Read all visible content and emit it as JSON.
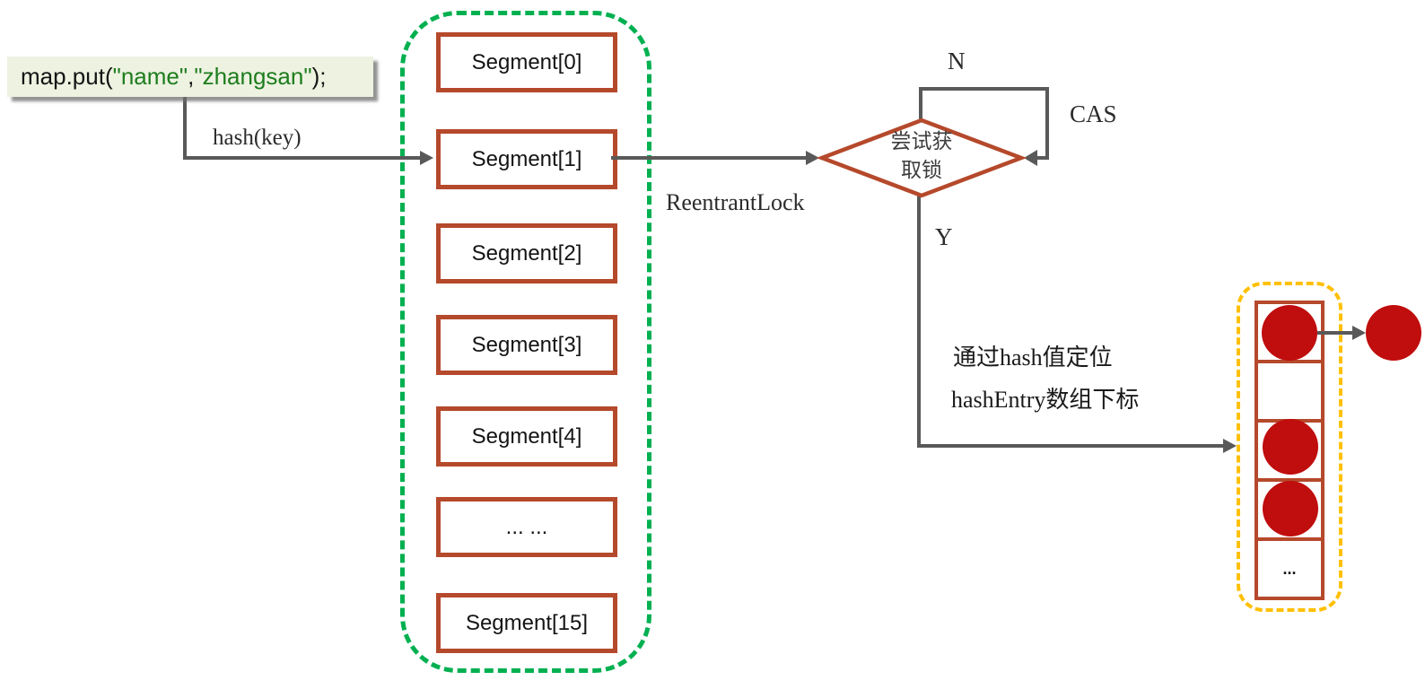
{
  "theme": {
    "accent_red": "#B5492B",
    "circle_red": "#C00D0D",
    "dash_green": "#00B050",
    "dash_yellow": "#FFC000",
    "line_gray": "#595959",
    "code_bg": "#EDF2E1",
    "code_green": "#1E7D1E"
  },
  "code": {
    "prefix": "map.put(",
    "arg1": "\"name\"",
    "comma": ",",
    "arg2": "\"zhangsan\"",
    "suffix": ");"
  },
  "labels": {
    "hash": "hash(key)",
    "reentrant": "ReentrantLock",
    "n": "N",
    "cas": "CAS",
    "y": "Y",
    "diamond_line1": "尝试获",
    "diamond_line2": "取锁",
    "locate_line1": "通过hash值定位",
    "locate_line2": "hashEntry数组下标"
  },
  "segments": {
    "items": [
      "Segment[0]",
      "Segment[1]",
      "Segment[2]",
      "Segment[3]",
      "Segment[4]",
      "... ...",
      "Segment[15]"
    ]
  },
  "hash_entry": {
    "ellipsis": "..."
  }
}
